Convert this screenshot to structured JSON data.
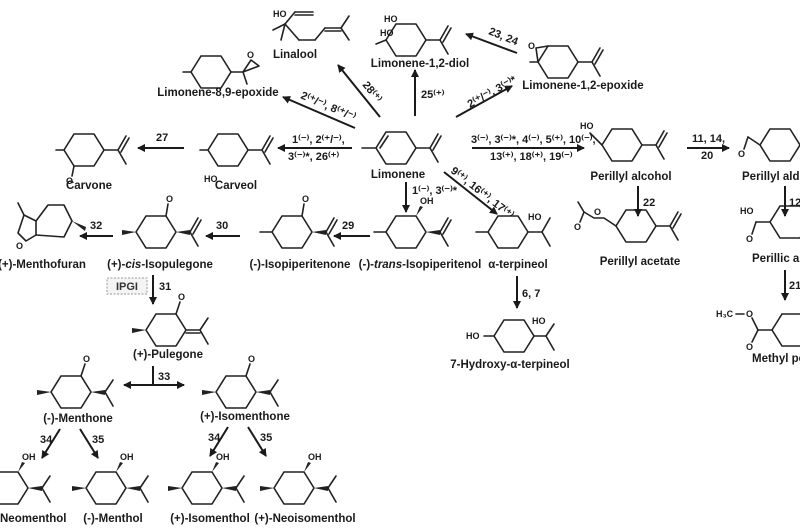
{
  "compounds": {
    "linalool": "Linalool",
    "limonene_diol": "Limonene-1,2-diol",
    "limonene_89_epoxide": "Limonene-8,9-epoxide",
    "limonene_12_epoxide": "Limonene-1,2-epoxide",
    "carvone": "Carvone",
    "carveol": "Carveol",
    "limonene": "Limonene",
    "perillyl_alcohol": "Perillyl alcohol",
    "perillyl_aldehyde": "Perillyl alde",
    "menthofuran": "(+)-Menthofuran",
    "cis_isopulegone": "(+)-cis-Isopulegone",
    "isopiperitenone": "(-)-Isopiperitenone",
    "trans_isopiperitenol": "(-)-trans-Isopiperitenol",
    "alpha_terpineol": "α-terpineol",
    "perillyl_acetate": "Perillyl acetate",
    "perillic_acid": "Perillic a",
    "pulegone": "(+)-Pulegone",
    "hydroxy_terpineol": "7-Hydroxy-α-terpineol",
    "methyl_perillate": "Methyl per",
    "menthone": "(-)-Menthone",
    "isomenthone": "(+)-Isomenthone",
    "neomenthol": "Neomenthol",
    "menthol": "(-)-Menthol",
    "isomenthol": "(+)-Isomenthol",
    "neoisomenthol": "(+)-Neoisomenthol"
  },
  "atoms": {
    "oh": "OH",
    "ho": "HO",
    "o": "O",
    "h3c": "H₃C"
  },
  "steps": {
    "to_linalool": "28⁽⁺⁾",
    "to_diol": "25⁽⁺⁾",
    "epox_to_diol": "23, 24",
    "to_89_epoxide": "2⁽⁺/⁻⁾, 8⁽⁺/⁻⁾",
    "to_12_epoxide": "2⁽⁺/⁻⁾, 3⁽⁻⁾*",
    "carveol_to_carvone": "27",
    "to_carveol_1": "1⁽⁻⁾, 2⁽⁺/⁻⁾,",
    "to_carveol_2": "3⁽⁻⁾*, 26⁽⁺⁾",
    "to_perillyl_1": "3⁽⁻⁾, 3⁽⁻⁾*, 4⁽⁻⁾, 5⁽⁺⁾, 10⁽⁻⁾,",
    "to_perillyl_2": "13⁽⁺⁾, 18⁽⁺⁾, 19⁽⁻⁾",
    "to_aldehyde_1": "11, 14,",
    "to_aldehyde_2": "20",
    "to_acetate": "22",
    "to_perillic": "12",
    "to_methyl_perillate": "21",
    "to_isopiperitenol": "1⁽⁻⁾, 3⁽⁻⁾*",
    "to_terpineol": "9⁽⁺⁾, 16⁽⁺⁾, 17⁽⁺⁾",
    "to_isopiperitenone": "29",
    "to_isopulegone": "30",
    "to_menthofuran": "32",
    "to_pulegone": "31",
    "ipgi": "IPGI",
    "to_hydroxy": "6, 7",
    "to_menthones": "33",
    "neomenthol_step": "34",
    "menthol_step": "35",
    "isomenthol_step": "34",
    "neoisomenthol_step": "35"
  }
}
